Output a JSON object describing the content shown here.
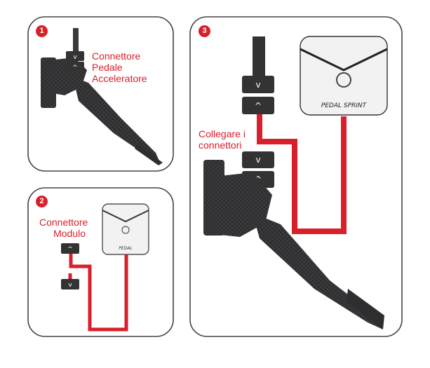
{
  "panels": [
    {
      "number": "1",
      "caption": "Connettore\nPedale\nAcceleratore"
    },
    {
      "number": "2",
      "caption": "Connettore\nModulo"
    },
    {
      "number": "3",
      "caption": "Collegare i\nconnettori"
    }
  ],
  "colors": {
    "accent": "#d8202a",
    "device_dark": "#2f2f31",
    "panel_border": "#444444",
    "module_body": "#f2f2f2"
  },
  "module_logo": {
    "name": "PEDAL SPRINT"
  }
}
